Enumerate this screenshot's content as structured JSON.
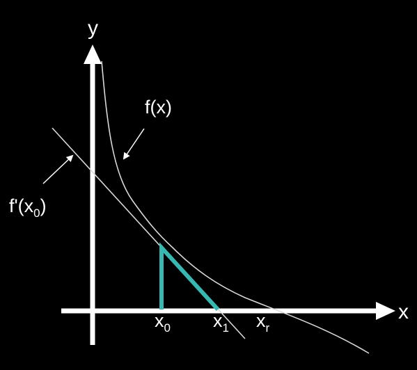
{
  "axes": {
    "x_label": "x",
    "y_label": "y"
  },
  "labels": {
    "curve": "f(x)",
    "tangent_prefix": "f'(x",
    "tangent_subscript": "0",
    "tangent_suffix": ")",
    "x0_main": "x",
    "x0_sub": "0",
    "x1_main": "x",
    "x1_sub": "1",
    "xr_main": "x",
    "xr_sub": "r"
  },
  "colors": {
    "background": "#000000",
    "foreground": "#ffffff",
    "curve": "#d9d9d9",
    "highlight": "#39b7b2"
  }
}
